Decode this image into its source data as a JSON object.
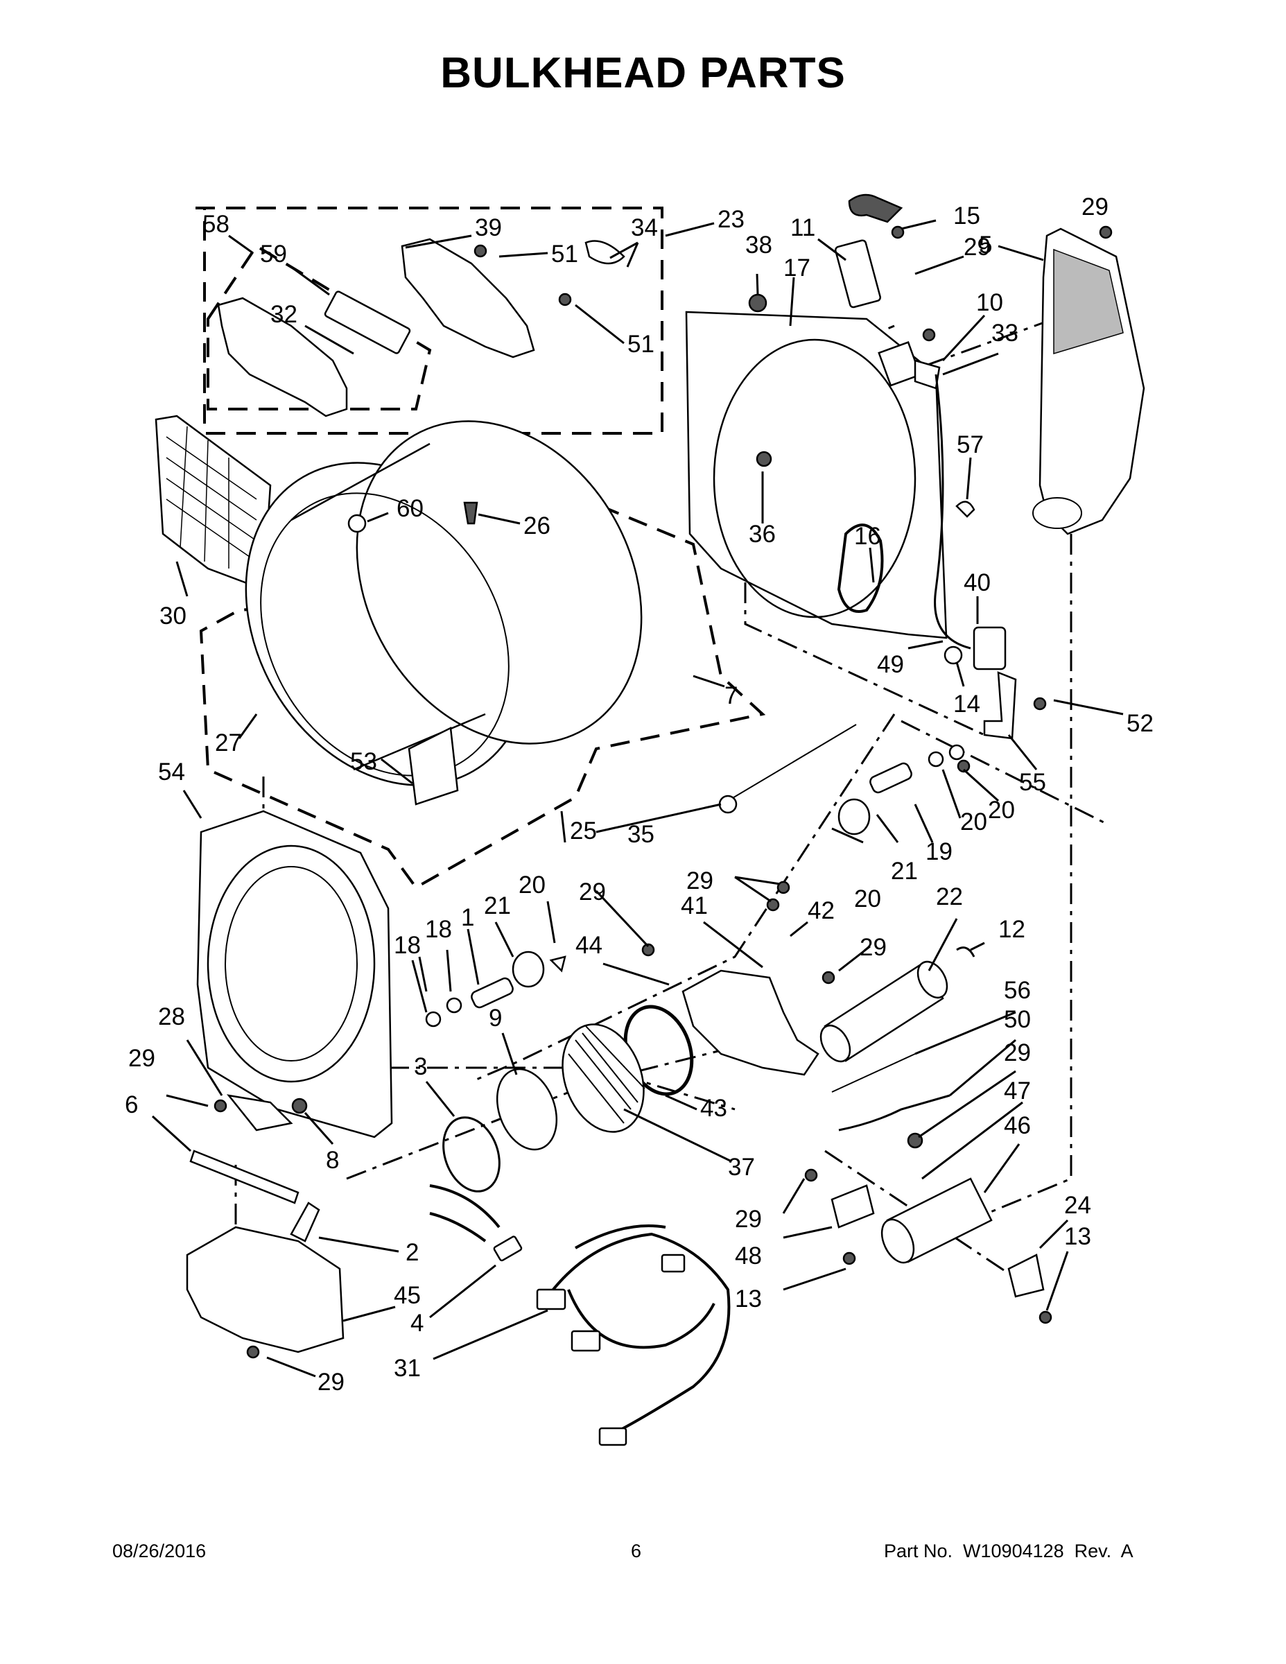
{
  "page": {
    "title": "BULKHEAD PARTS",
    "footer": {
      "date": "08/26/2016",
      "page_number": "6",
      "part_number": "Part No.  W10904128  Rev.  A"
    }
  },
  "callouts": [
    {
      "id": "c58",
      "label": "58"
    },
    {
      "id": "c39",
      "label": "39"
    },
    {
      "id": "c34",
      "label": "34"
    },
    {
      "id": "c23",
      "label": "23"
    },
    {
      "id": "c11",
      "label": "11"
    },
    {
      "id": "c15",
      "label": "15"
    },
    {
      "id": "c29a",
      "label": "29"
    },
    {
      "id": "c5",
      "label": "5"
    },
    {
      "id": "c59",
      "label": "59"
    },
    {
      "id": "c51a",
      "label": "51"
    },
    {
      "id": "c38",
      "label": "38"
    },
    {
      "id": "c17",
      "label": "17"
    },
    {
      "id": "c29b",
      "label": "29"
    },
    {
      "id": "c10",
      "label": "10"
    },
    {
      "id": "c33",
      "label": "33"
    },
    {
      "id": "c32",
      "label": "32"
    },
    {
      "id": "c51b",
      "label": "51"
    },
    {
      "id": "c57",
      "label": "57"
    },
    {
      "id": "c60",
      "label": "60"
    },
    {
      "id": "c26",
      "label": "26"
    },
    {
      "id": "c36",
      "label": "36"
    },
    {
      "id": "c16",
      "label": "16"
    },
    {
      "id": "c30",
      "label": "30"
    },
    {
      "id": "c40",
      "label": "40"
    },
    {
      "id": "c7",
      "label": "7"
    },
    {
      "id": "c49",
      "label": "49"
    },
    {
      "id": "c14",
      "label": "14"
    },
    {
      "id": "c52",
      "label": "52"
    },
    {
      "id": "c27",
      "label": "27"
    },
    {
      "id": "c54",
      "label": "54"
    },
    {
      "id": "c53",
      "label": "53"
    },
    {
      "id": "c55",
      "label": "55"
    },
    {
      "id": "c18a",
      "label": "18"
    },
    {
      "id": "c20a",
      "label": "20"
    },
    {
      "id": "c35",
      "label": "35"
    },
    {
      "id": "c19",
      "label": "19"
    },
    {
      "id": "c25",
      "label": "25"
    },
    {
      "id": "c20b",
      "label": "20"
    },
    {
      "id": "c21a",
      "label": "21"
    },
    {
      "id": "c29c",
      "label": "29"
    },
    {
      "id": "c22",
      "label": "22"
    },
    {
      "id": "c20c",
      "label": "20"
    },
    {
      "id": "c29d",
      "label": "29"
    },
    {
      "id": "c41",
      "label": "41"
    },
    {
      "id": "c42",
      "label": "42"
    },
    {
      "id": "c21b",
      "label": "21"
    },
    {
      "id": "c1",
      "label": "1"
    },
    {
      "id": "c20d",
      "label": "20"
    },
    {
      "id": "c12",
      "label": "12"
    },
    {
      "id": "c44",
      "label": "44"
    },
    {
      "id": "c29e",
      "label": "29"
    },
    {
      "id": "c18b",
      "label": "18"
    },
    {
      "id": "c56",
      "label": "56"
    },
    {
      "id": "c28",
      "label": "28"
    },
    {
      "id": "c9",
      "label": "9"
    },
    {
      "id": "c50",
      "label": "50"
    },
    {
      "id": "c29f",
      "label": "29"
    },
    {
      "id": "c3",
      "label": "3"
    },
    {
      "id": "c29g",
      "label": "29"
    },
    {
      "id": "c43",
      "label": "43"
    },
    {
      "id": "c6",
      "label": "6"
    },
    {
      "id": "c8",
      "label": "8"
    },
    {
      "id": "c47",
      "label": "47"
    },
    {
      "id": "c46",
      "label": "46"
    },
    {
      "id": "c37",
      "label": "37"
    },
    {
      "id": "c29h",
      "label": "29"
    },
    {
      "id": "c24",
      "label": "24"
    },
    {
      "id": "c48",
      "label": "48"
    },
    {
      "id": "c2",
      "label": "2"
    },
    {
      "id": "c13a",
      "label": "13"
    },
    {
      "id": "c13b",
      "label": "13"
    },
    {
      "id": "c45",
      "label": "45"
    },
    {
      "id": "c4",
      "label": "4"
    },
    {
      "id": "c31",
      "label": "31"
    },
    {
      "id": "c29i",
      "label": "29"
    }
  ]
}
